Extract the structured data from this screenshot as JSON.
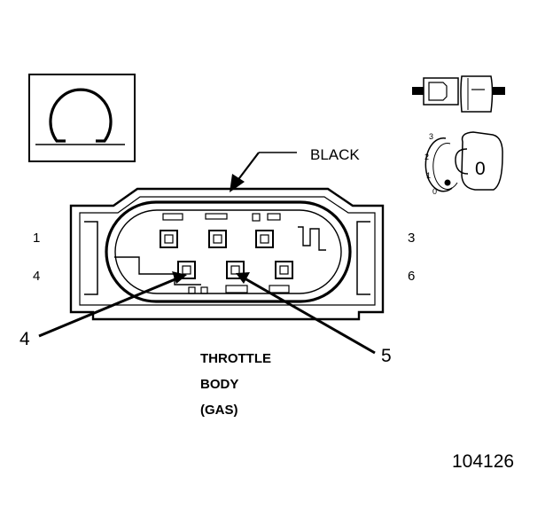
{
  "symbol": {
    "name": "ohm-meter-symbol"
  },
  "wire_color_label": "BLACK",
  "cavity_numbers": [
    "1",
    "3",
    "4",
    "6"
  ],
  "callouts": [
    "4",
    "5"
  ],
  "component_label": [
    "THROTTLE",
    "BODY",
    "(GAS)"
  ],
  "switch_positions": [
    "3",
    "2",
    "1",
    "0"
  ],
  "switch_knob_label": "0",
  "figure_number": "104126"
}
